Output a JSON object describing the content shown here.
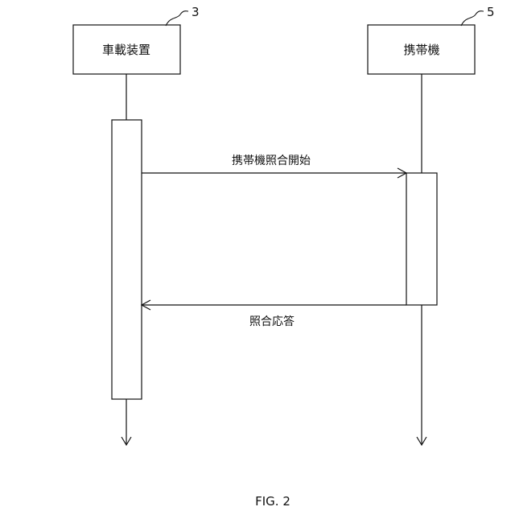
{
  "participants": [
    {
      "name": "車載装置",
      "ref": "3"
    },
    {
      "name": "携帯機",
      "ref": "5"
    }
  ],
  "messages": [
    {
      "label": "携帯機照合開始",
      "from": "車載装置",
      "to": "携帯機"
    },
    {
      "label": "照合応答",
      "from": "携帯機",
      "to": "車載装置"
    }
  ],
  "figure_caption": "FIG. 2"
}
